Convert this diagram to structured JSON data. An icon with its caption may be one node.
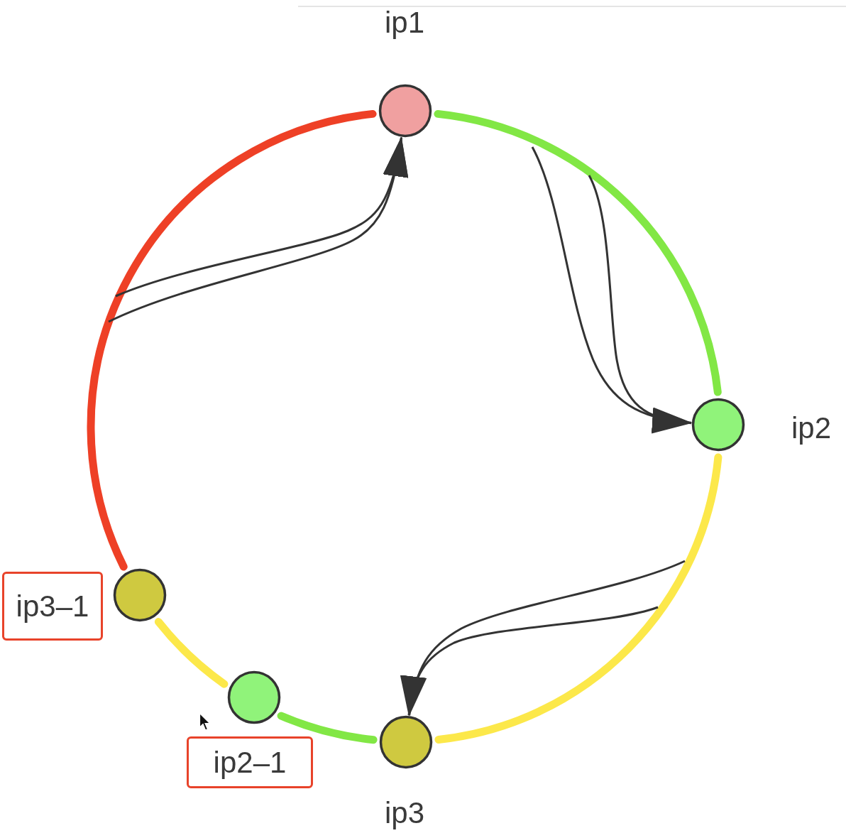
{
  "diagram": {
    "nodes": [
      {
        "text": [],
        "shape": "circle",
        "beside": [
          "ip1"
        ]
      },
      {
        "text": [],
        "shape": "circle",
        "beside": [
          "ip2"
        ]
      },
      {
        "text": [],
        "shape": "circle",
        "beside": [
          "ip3–1"
        ]
      },
      {
        "text": [],
        "shape": "circle",
        "beside": [
          "ip2–1"
        ]
      },
      {
        "text": [],
        "shape": "circle",
        "beside": [
          "ip3"
        ]
      }
    ],
    "edges": [
      {
        "from": 0,
        "to": 1,
        "arrow": "none",
        "style": "thick",
        "color": "#82e745"
      },
      {
        "from": 1,
        "to": 4,
        "arrow": "none",
        "style": "thick",
        "color": "#fce84a"
      },
      {
        "from": 4,
        "to": 3,
        "arrow": "none",
        "style": "thick",
        "color": "#82e745"
      },
      {
        "from": 3,
        "to": 2,
        "arrow": "none",
        "style": "thick",
        "color": "#fce84a"
      },
      {
        "from": 2,
        "to": 0,
        "arrow": "none",
        "style": "thick",
        "color": "#ee4026"
      },
      {
        "from": null,
        "to": 0,
        "arrow": "to"
      },
      {
        "from": null,
        "to": 0,
        "arrow": "to"
      },
      {
        "from": null,
        "to": 1,
        "arrow": "to"
      },
      {
        "from": null,
        "to": 1,
        "arrow": "to"
      },
      {
        "from": null,
        "to": 4,
        "arrow": "to"
      },
      {
        "from": null,
        "to": 4,
        "arrow": "to"
      }
    ]
  }
}
